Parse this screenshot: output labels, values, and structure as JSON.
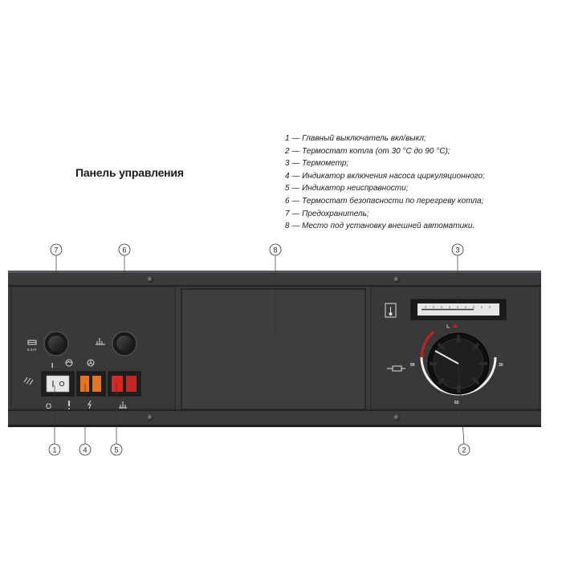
{
  "title": "Панель управления",
  "legend": [
    "1 — Главный выключатель вкл/выкл;",
    "2 — Термостат котла (от 30 °С до 90 °С);",
    "3 — Термометр;",
    "4 — Индикатор включения насоса циркуляционного;",
    "5 — Индикатор неисправности;",
    "6 — Термостат безопасности по перегреву котла;",
    "7 — Предохранитель;",
    "8 — Место под установку внешней автоматики."
  ],
  "callouts": [
    "1",
    "2",
    "3",
    "4",
    "5",
    "6",
    "7",
    "8"
  ],
  "dial": {
    "scale": [
      "90",
      "30",
      "60"
    ]
  },
  "fuse_label": "6.3AT",
  "switch_labels": {
    "on": "I",
    "off": "O"
  },
  "colors": {
    "panel": "#3a3a3c",
    "panel_edge": "#1e1e20",
    "indicator_orange": "#e8741f",
    "indicator_red": "#d42a22",
    "dial_red_arc": "#c8201c"
  },
  "icons": [
    "fuse-icon",
    "hand-icon",
    "pump-icon",
    "fan-icon",
    "lightning-icon",
    "fault-icon",
    "thermometer-icon",
    "radiator-icon",
    "overheat-icon"
  ]
}
